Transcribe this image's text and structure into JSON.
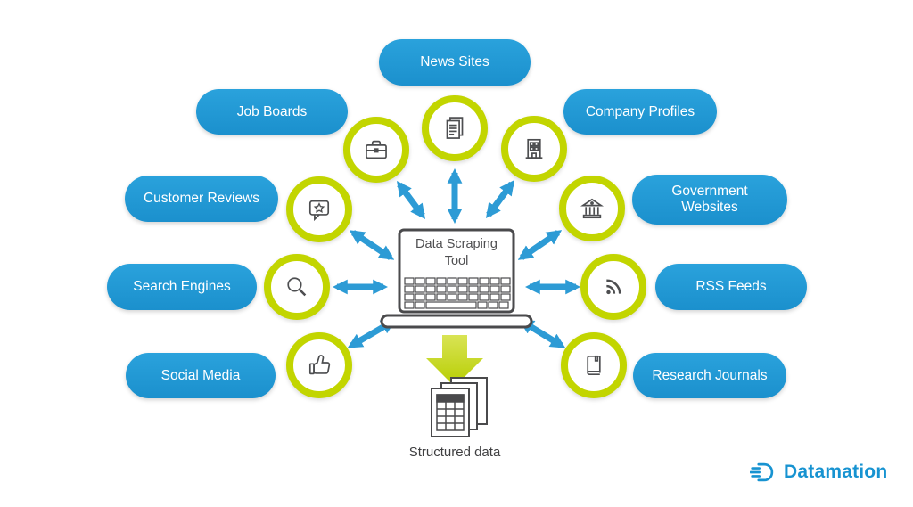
{
  "diagram_title": "Data Scraping Tool",
  "center": {
    "label": "Data Scraping Tool"
  },
  "output": {
    "label": "Structured data"
  },
  "brand": {
    "name": "Datamation"
  },
  "colors": {
    "pill_blue": "#2098d5",
    "ring_green": "#c2d500",
    "arrow_blue": "#2d9bd5",
    "lime_arrow": "#c2d500",
    "brand_blue": "#1793d1",
    "icon_gray": "#4d4e50"
  },
  "sources": [
    {
      "label": "News Sites",
      "icon": "news-icon"
    },
    {
      "label": "Job Boards",
      "icon": "briefcase-icon"
    },
    {
      "label": "Company Profiles",
      "icon": "office-building-icon"
    },
    {
      "label": "Customer Reviews",
      "icon": "review-bubble-star-icon"
    },
    {
      "label": "Government Websites",
      "icon": "bank-icon"
    },
    {
      "label": "Search Engines",
      "icon": "magnifier-icon"
    },
    {
      "label": "RSS Feeds",
      "icon": "rss-icon"
    },
    {
      "label": "Social Media",
      "icon": "thumbs-up-icon"
    },
    {
      "label": "Research Journals",
      "icon": "book-icon"
    }
  ]
}
